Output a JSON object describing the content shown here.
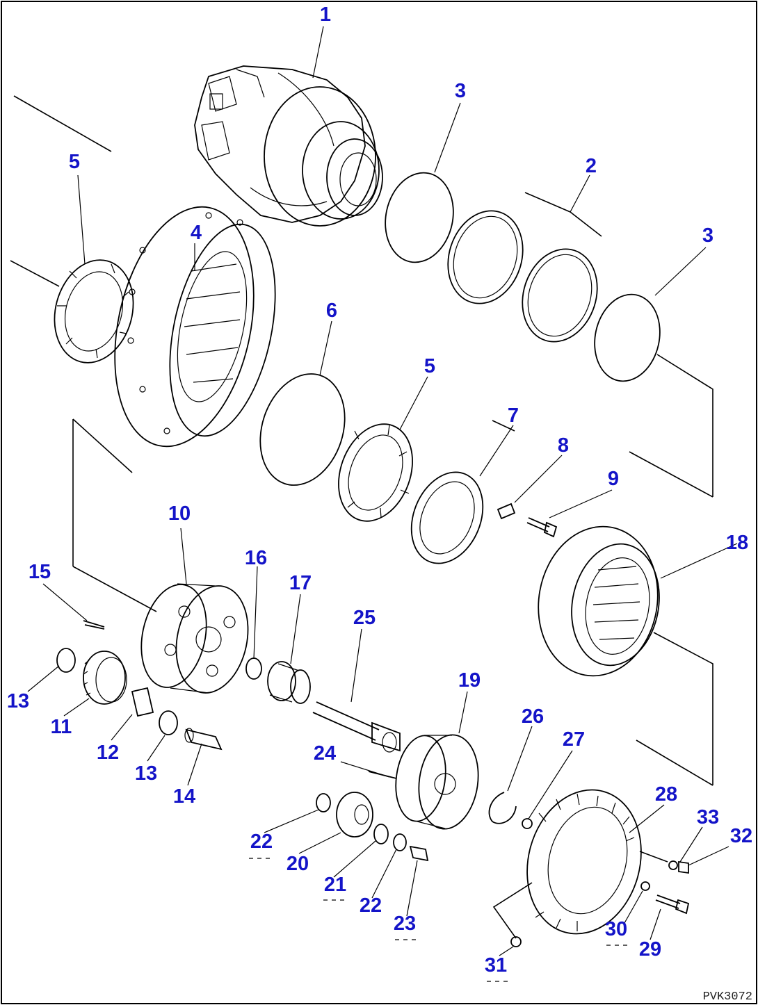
{
  "diagram": {
    "code": "PVK3072",
    "callouts": [
      "1",
      "2",
      "3",
      "3",
      "4",
      "5",
      "5",
      "6",
      "7",
      "8",
      "9",
      "10",
      "11",
      "12",
      "13",
      "13",
      "14",
      "15",
      "16",
      "17",
      "18",
      "19",
      "20",
      "21",
      "22",
      "22",
      "23",
      "24",
      "25",
      "26",
      "27",
      "28",
      "29",
      "30",
      "31",
      "32",
      "33"
    ]
  }
}
